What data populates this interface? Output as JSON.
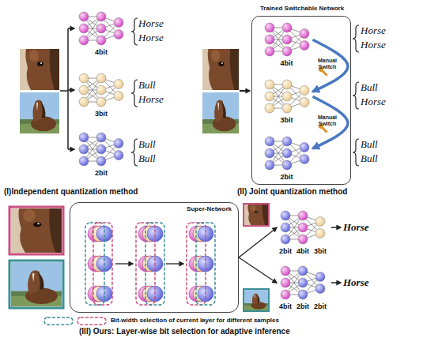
{
  "diagram": {
    "nodes": [
      {
        "text": [
          "4bit"
        ]
      },
      {
        "text": [
          "3bit"
        ]
      },
      {
        "text": [
          "2bit"
        ]
      },
      {
        "text": [
          "Trained Switchable Network"
        ]
      },
      {
        "text": [
          "4bit"
        ],
        "in": 3
      },
      {
        "text": [
          "3bit"
        ],
        "in": 3
      },
      {
        "text": [
          "2bit"
        ],
        "in": 3
      },
      {
        "text": [
          "Super-Network"
        ]
      },
      {
        "text": [
          "2bit",
          "4bit",
          "3bit"
        ]
      },
      {
        "text": [
          "4bit",
          "2bit",
          "2bit"
        ]
      }
    ],
    "edges": [
      {
        "from": 4,
        "to": 5,
        "label": "Manual Switch",
        "arrow": "to"
      },
      {
        "from": 5,
        "to": 6,
        "label": "Manual Switch",
        "arrow": "to"
      },
      {
        "from": 7,
        "to": 8,
        "arrow": "to"
      },
      {
        "from": 7,
        "to": 9,
        "arrow": "to"
      }
    ],
    "labels": [
      "Horse",
      "Horse",
      "Bull",
      "Horse",
      "Bull",
      "Bull",
      "(I)Independent quantization method",
      "Horse",
      "Horse",
      "Bull",
      "Horse",
      "Bull",
      "Bull",
      "(II) Joint quantization method",
      "Horse",
      "Horse",
      "(III) Ours: Layer-wise bit selection for adaptive inference"
    ],
    "legend": [
      {
        "text": "Bit-width selection of current layer for different samples"
      }
    ]
  }
}
